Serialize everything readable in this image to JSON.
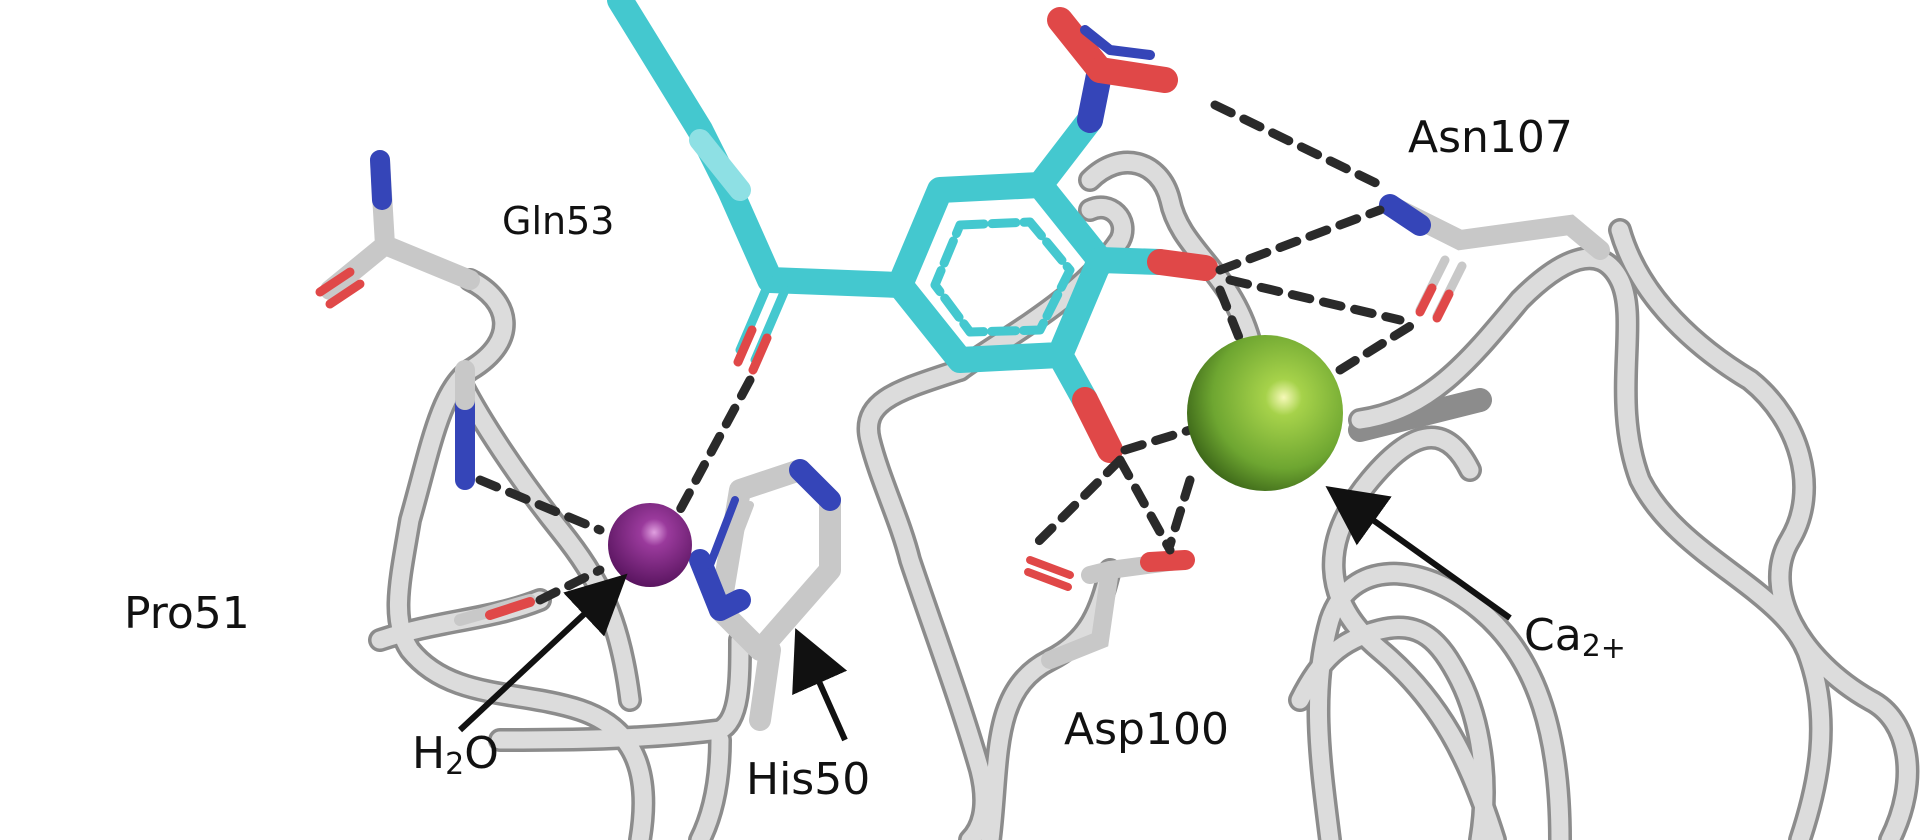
{
  "figure": {
    "type": "molecular-structure-diagram",
    "description": "Ligand (catechol nitro-aromatic) bound in protein active site with Ca2+ ion and water",
    "colors": {
      "background": "#ffffff",
      "protein_cartoon": "#d4d4d4",
      "protein_shadow": "#8a8a8a",
      "ligand_carbon": "#44c8cf",
      "oxygen": "#e04848",
      "nitrogen": "#3545b8",
      "calcium_ion": "#7ab83a",
      "water": "#8a2a8c",
      "hbond": "#2a2a2a",
      "arrow": "#111111",
      "label_text": "#111111"
    }
  },
  "labels": {
    "asn107": "Asn107",
    "gln53": "Gln53",
    "pro51": "Pro51",
    "asp100": "Asp100",
    "his50": "His50",
    "h2o": {
      "base1": "H",
      "sub": "2",
      "base2": "O"
    },
    "ca": {
      "base": "Ca",
      "sub": "2",
      "sup": "+"
    }
  },
  "annotations": [
    {
      "target": "water",
      "label": "H2O",
      "kind": "arrow"
    },
    {
      "target": "His50",
      "label": "His50",
      "kind": "arrow"
    },
    {
      "target": "calcium-ion",
      "label": "Ca2+",
      "kind": "arrow"
    }
  ]
}
